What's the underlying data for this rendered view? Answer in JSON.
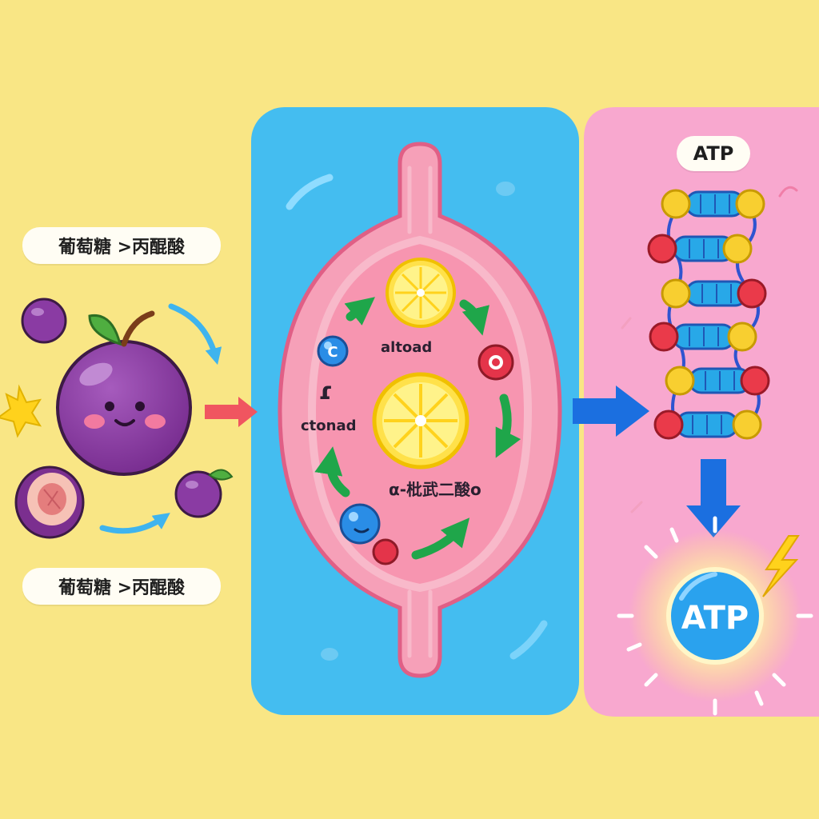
{
  "left_panel": {
    "label_top": "葡萄糖 >丙醌酸",
    "label_bottom": "葡萄糖 >丙醌酸"
  },
  "cycle": {
    "label_top": "altoad",
    "label_left": "ctonad",
    "label_small": "ɾ",
    "label_alpha": "α-枇武二酸o",
    "blue_molecule_text": "C"
  },
  "right_panel": {
    "atp_tag": "ATP",
    "atp_big": "ATP"
  },
  "colors": {
    "background": "#f9e685",
    "middle_panel": "#44bdf0",
    "right_panel": "#f8a8cf",
    "mitochondrion": "#f497b0",
    "arrow_green": "#1fa64a",
    "arrow_blue": "#1b6fe0",
    "arrow_red": "#f05560",
    "fruit_purple": "#8e3fa6"
  }
}
